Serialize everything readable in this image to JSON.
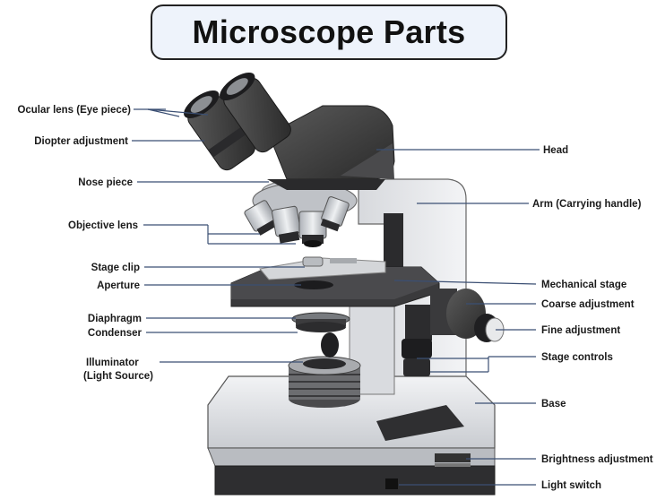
{
  "title": "Microscope Parts",
  "labels": {
    "ocular_lens": "Ocular lens (Eye piece)",
    "diopter_adjustment": "Diopter adjustment",
    "nose_piece": "Nose piece",
    "objective_lens": "Objective lens",
    "stage_clip": "Stage clip",
    "aperture": "Aperture",
    "diaphragm": "Diaphragm",
    "condenser": "Condenser",
    "illuminator_line1": "Illuminator",
    "illuminator_line2": "(Light Source)",
    "head": "Head",
    "arm": "Arm (Carrying handle)",
    "mechanical_stage": "Mechanical stage",
    "coarse_adjustment": "Coarse adjustment",
    "fine_adjustment": "Fine adjustment",
    "stage_controls": "Stage controls",
    "base": "Base",
    "brightness_adjustment": "Brightness adjustment",
    "light_switch": "Light switch"
  },
  "colors": {
    "leader_line": "#3b4f73",
    "title_background": "#eef3fb",
    "body_light": "#e9eaec",
    "body_dark": "#3a3a3a"
  }
}
